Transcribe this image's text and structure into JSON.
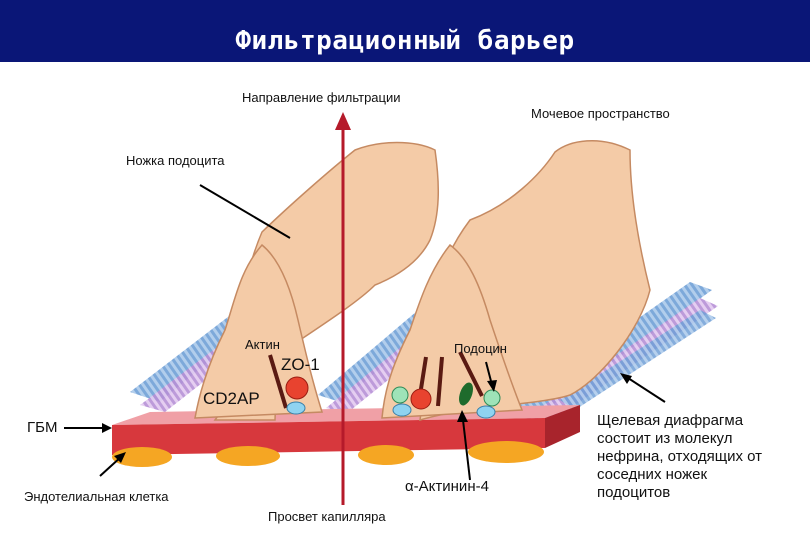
{
  "slide": {
    "title": "Фильтрационный барьер"
  },
  "labels": {
    "filtration_direction": "Направление фильтрации",
    "urinary_space": "Мочевое пространство",
    "podocyte_foot": "Ножка подоцита",
    "actin": "Актин",
    "zo1": "ZO-1",
    "cd2ap": "CD2AP",
    "podocin": "Подоцин",
    "gbm": "ГБМ",
    "slit_diaphragm_line1": "Щелевая диафрагма",
    "slit_diaphragm_line2": "состоит из  молекул",
    "slit_diaphragm_line3": "нефрина, отходящих от",
    "slit_diaphragm_line4": "соседних ножек",
    "slit_diaphragm_line5": "подоцитов",
    "alpha_actinin": "α-Актинин-4",
    "endothelial_cell": "Эндотелиальная клетка",
    "capillary_lumen": "Просвет капилляра"
  },
  "colors": {
    "header_bg": "#0a1677",
    "podocyte_fill": "#f4cba7",
    "gbm_red": "#d7383d",
    "endothelium": "#f5a623",
    "nephrin_blue": "#8fb6e0",
    "nephrin_lilac": "#c9a6e0",
    "arrow_red": "#b51a2a"
  }
}
